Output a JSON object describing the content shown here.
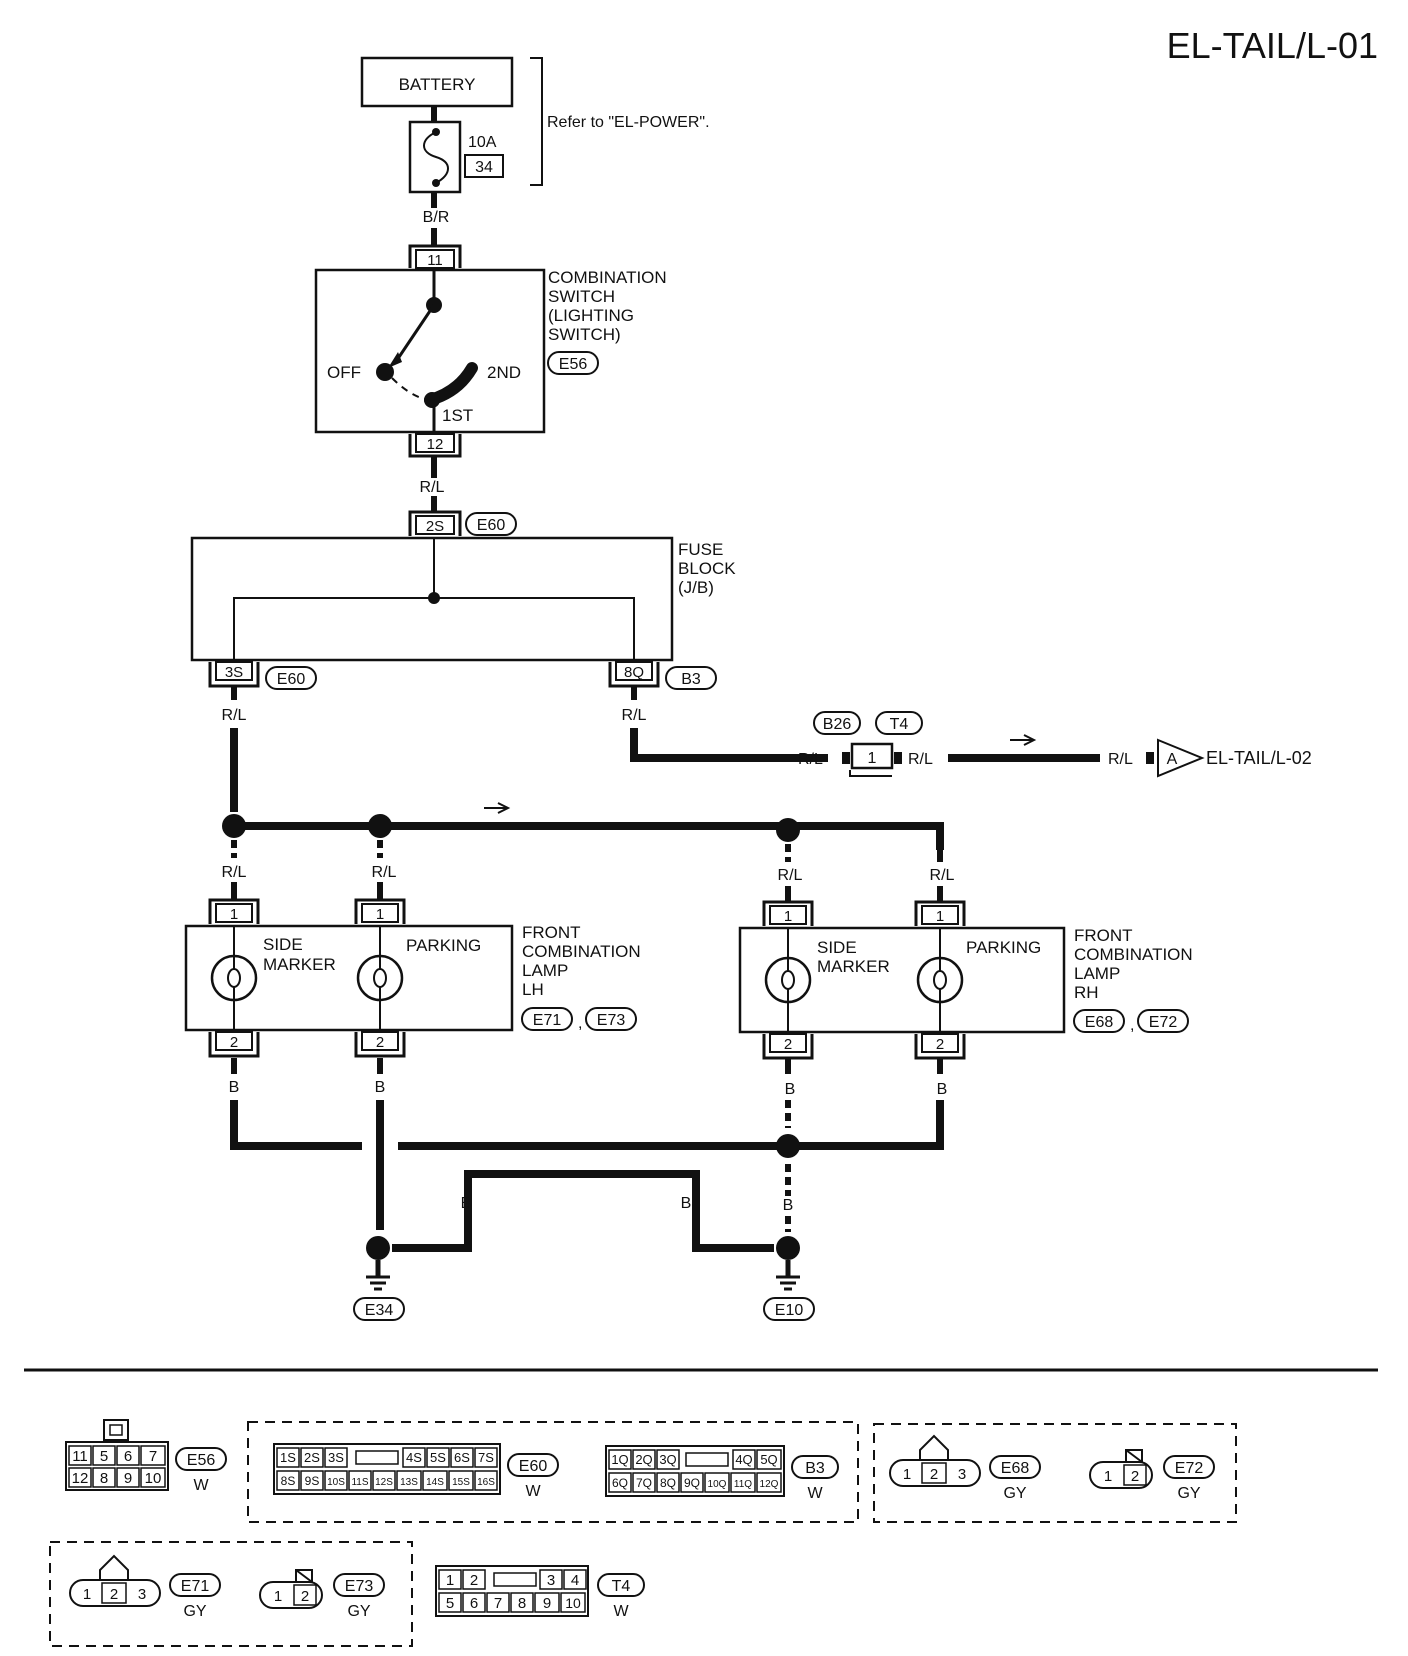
{
  "page_id": "EL-TAIL/L-01",
  "battery": {
    "label": "BATTERY",
    "note": "Refer to \"EL-POWER\"."
  },
  "fuse": {
    "amp": "10A",
    "number": "34"
  },
  "wires": {
    "br": "B/R",
    "rl": "R/L",
    "b": "B"
  },
  "switch": {
    "name_lines": [
      "COMBINATION",
      "SWITCH",
      "(LIGHTING",
      "SWITCH)"
    ],
    "connector": "E56",
    "pin_in": "11",
    "pin_out": "12",
    "positions": {
      "off": "OFF",
      "first": "1ST",
      "second": "2ND"
    }
  },
  "fuse_block": {
    "name_lines": [
      "FUSE",
      "BLOCK",
      "(J/B)"
    ],
    "pin_in": "2S",
    "pin_left": "3S",
    "pin_right": "8Q",
    "conn_in": "E60",
    "conn_left": "E60",
    "conn_right": "B3"
  },
  "harness_joint": {
    "conn_a": "B26",
    "conn_b": "T4",
    "pin": "1",
    "marker": "A",
    "ref": "EL-TAIL/L-02"
  },
  "lamp_lh": {
    "name_lines": [
      "FRONT",
      "COMBINATION",
      "LAMP",
      "LH"
    ],
    "bulb_a": [
      "SIDE",
      "MARKER"
    ],
    "bulb_b": "PARKING",
    "conn_a": "E71",
    "conn_b": "E73",
    "pin_top": "1",
    "pin_bottom": "2",
    "sep": ","
  },
  "lamp_rh": {
    "name_lines": [
      "FRONT",
      "COMBINATION",
      "LAMP",
      "RH"
    ],
    "bulb_a": [
      "SIDE",
      "MARKER"
    ],
    "bulb_b": "PARKING",
    "conn_a": "E68",
    "conn_b": "E72",
    "pin_top": "1",
    "pin_bottom": "2",
    "sep": ","
  },
  "grounds": {
    "left": "E34",
    "right": "E10"
  },
  "connector_views": {
    "e56": {
      "rows": [
        [
          "11",
          "5",
          "6",
          "7"
        ],
        [
          "12",
          "8",
          "9",
          "10"
        ]
      ],
      "id": "E56",
      "color": "W"
    },
    "e60": {
      "rows": [
        [
          "1S",
          "2S",
          "3S",
          "",
          "4S",
          "5S",
          "6S",
          "7S"
        ],
        [
          "8S",
          "9S",
          "10S",
          "11S",
          "12S",
          "13S",
          "14S",
          "15S",
          "16S"
        ]
      ],
      "id": "E60",
      "color": "W"
    },
    "b3": {
      "rows": [
        [
          "1Q",
          "2Q",
          "3Q",
          "",
          "4Q",
          "5Q"
        ],
        [
          "6Q",
          "7Q",
          "8Q",
          "9Q",
          "10Q",
          "11Q",
          "12Q"
        ]
      ],
      "id": "B3",
      "color": "W"
    },
    "e68": {
      "pins": [
        "1",
        "2",
        "3"
      ],
      "id": "E68",
      "color": "GY"
    },
    "e72": {
      "pins": [
        "1",
        "2"
      ],
      "id": "E72",
      "color": "GY"
    },
    "e71": {
      "pins": [
        "1",
        "2",
        "3"
      ],
      "id": "E71",
      "color": "GY"
    },
    "e73": {
      "pins": [
        "1",
        "2"
      ],
      "id": "E73",
      "color": "GY"
    },
    "t4": {
      "rows": [
        [
          "1",
          "2",
          "",
          "3",
          "4"
        ],
        [
          "5",
          "6",
          "7",
          "8",
          "9",
          "10"
        ]
      ],
      "id": "T4",
      "color": "W"
    }
  }
}
